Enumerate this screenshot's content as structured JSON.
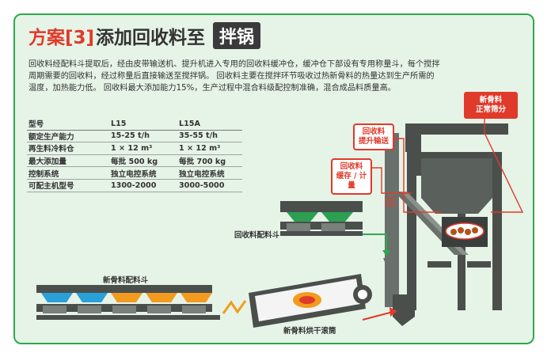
{
  "title": {
    "scheme": "方案[3]",
    "text": "添加回收料至",
    "highlight": "拌锅"
  },
  "description": "回收料经配料斗提取后，经由皮带输送机、提升机进入专用的回收料缓冲仓，缓冲仓下部设有专用称量斗，每个搅拌周期需要的回收料，经过称量后直接输送至搅拌锅。 回收料主要在搅拌环节吸收过热新骨料的热量达到生产所需的温度，加热能力低。 回收料最大添加能力15%，生产过程中混合料级配控制准确，混合成品料质量高。",
  "spec_table": {
    "headers": [
      "型号",
      "L15",
      "L15A"
    ],
    "rows": [
      [
        "额定生产能力",
        "15-25 t/h",
        "35-55 t/h"
      ],
      [
        "再生料冷料仓",
        "1 × 12 m³",
        "1 × 12 m³"
      ],
      [
        "最大添加量",
        "每批 500 kg",
        "每批 700 kg"
      ],
      [
        "控制系统",
        "独立电控系统",
        "独立电控系统"
      ],
      [
        "可配主机型号",
        "1300-2000",
        "3000-5000"
      ]
    ]
  },
  "callouts": {
    "screening": "新骨料\n正常筛分",
    "lift": "回收料\n提升输送",
    "buffer": "回收料\n缓存 / 计量"
  },
  "labels": {
    "recycled_bins": "回收料配料斗",
    "new_bins": "新骨料配料斗",
    "dryer": "新骨料烘干滚筒"
  },
  "colors": {
    "accent_green": "#2fa84f",
    "accent_red": "#e03a2a",
    "bin_blue": "#2aa0d8",
    "bin_orange": "#f29b1e",
    "machine_gray": "#4a4f4c"
  }
}
